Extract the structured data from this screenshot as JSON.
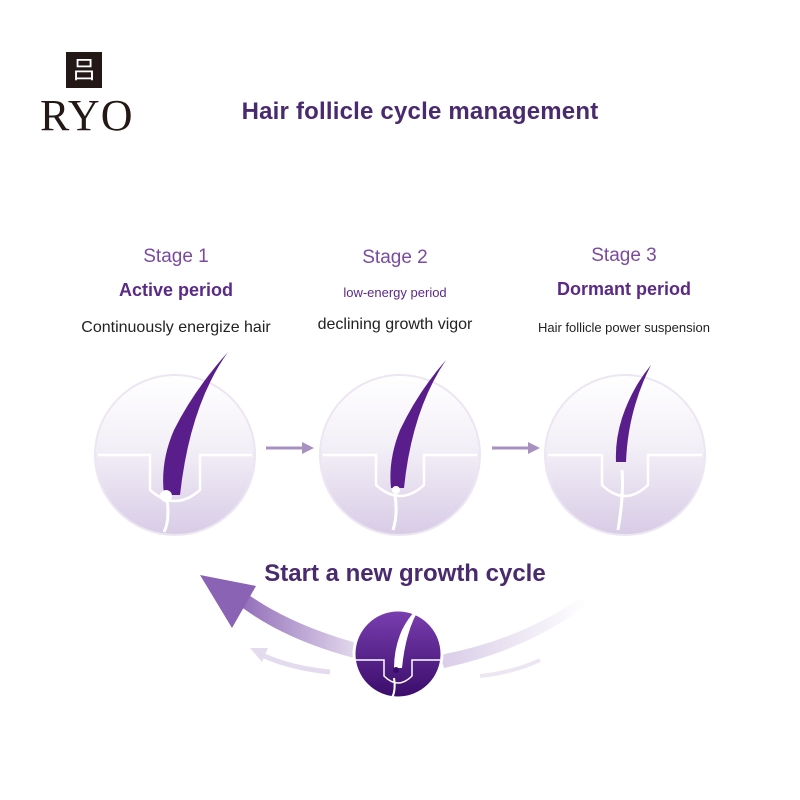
{
  "brand": {
    "mark": "吕",
    "name": "RYO"
  },
  "title": "Hair follicle cycle management",
  "stages": [
    {
      "label": "Stage 1",
      "name": "Active period",
      "desc": "Continuously energize hair"
    },
    {
      "label": "Stage 2",
      "name": "low-energy period",
      "desc": "declining growth vigor"
    },
    {
      "label": "Stage 3",
      "name": "Dormant period",
      "desc": "Hair follicle power suspension"
    }
  ],
  "cycle": {
    "title": "Start a new growth cycle"
  },
  "colors": {
    "accent": "#5a1e8c",
    "title": "#4a2a6e",
    "stage": "#7a4aa0",
    "circle_fill": "#ebe4f2",
    "arrow": "#a890c0"
  }
}
